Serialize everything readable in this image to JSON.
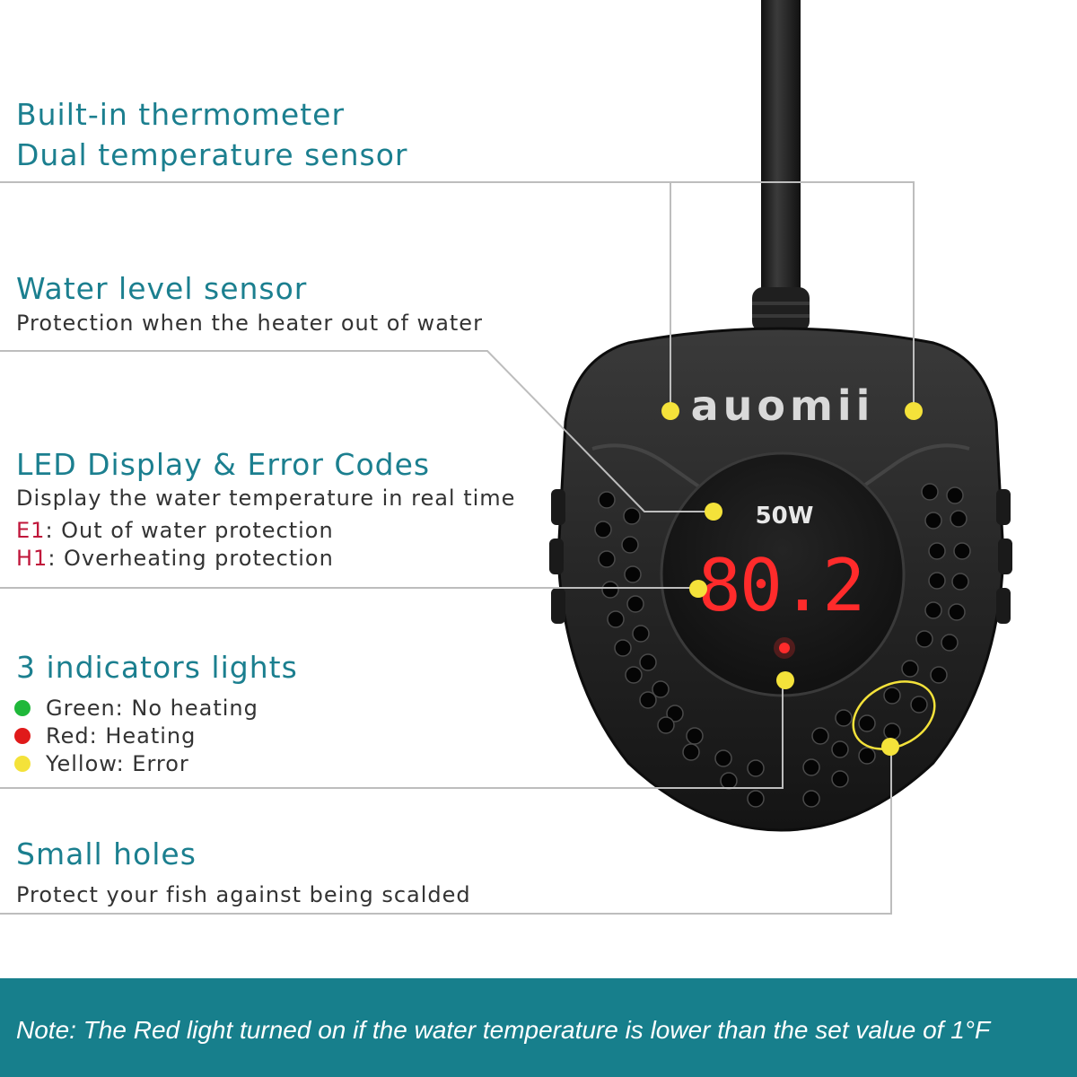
{
  "colors": {
    "teal": "#1b7f8f",
    "note_background": "#177f8c",
    "callout_dot": "#f4e23a",
    "led_red": "#ff2b2b",
    "green_indicator": "#1fb83a",
    "red_indicator": "#e01a1a",
    "yellow_indicator": "#f4e23a"
  },
  "features": {
    "thermometer": {
      "title_line1": "Built-in thermometer",
      "title_line2": "Dual temperature sensor"
    },
    "water_level": {
      "title": "Water level sensor",
      "desc": "Protection when the heater out of water"
    },
    "led_display": {
      "title": "LED Display & Error Codes",
      "desc": "Display the water temperature in real time",
      "error_e1_code": "E1",
      "error_e1_text": ": Out of water protection",
      "error_h1_code": "H1",
      "error_h1_text": ": Overheating protection"
    },
    "indicators": {
      "title": "3 indicators lights",
      "items": [
        {
          "color_name": "green",
          "label": "Green: No heating"
        },
        {
          "color_name": "red",
          "label": "Red: Heating"
        },
        {
          "color_name": "yellow",
          "label": "Yellow:  Error"
        }
      ]
    },
    "small_holes": {
      "title": "Small holes",
      "desc": "Protect your fish against being scalded"
    }
  },
  "device": {
    "brand": "auomii",
    "wattage": "50W",
    "display_reading": "80.2"
  },
  "note": "Note: The Red light turned on if the water temperature is lower than the set value of 1°F"
}
